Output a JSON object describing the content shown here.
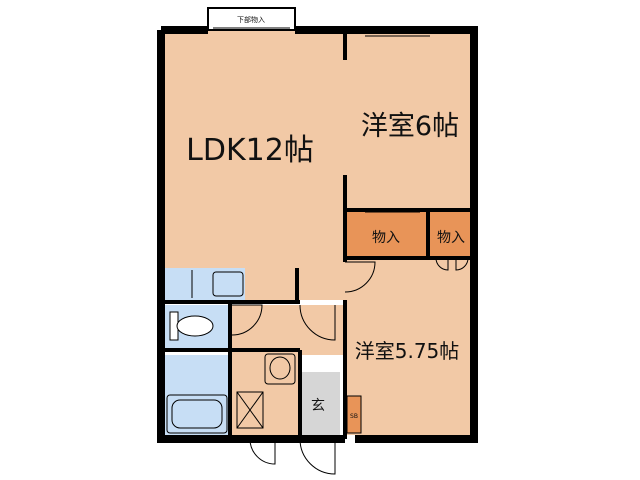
{
  "rooms": {
    "ldk": "LDK12帖",
    "western_1": "洋室6帖",
    "western_2": "洋室5.75帖",
    "storage_1": "物入",
    "storage_2": "物入",
    "under_floor_storage": "下部物入",
    "entrance": "玄",
    "shoebox": "SB"
  },
  "colors": {
    "room_fill": "#f2c9a6",
    "storage_fill": "#e89458",
    "wet_fill": "#c7def5",
    "entrance_fill": "#d6d6d6",
    "wall": "#000000"
  }
}
